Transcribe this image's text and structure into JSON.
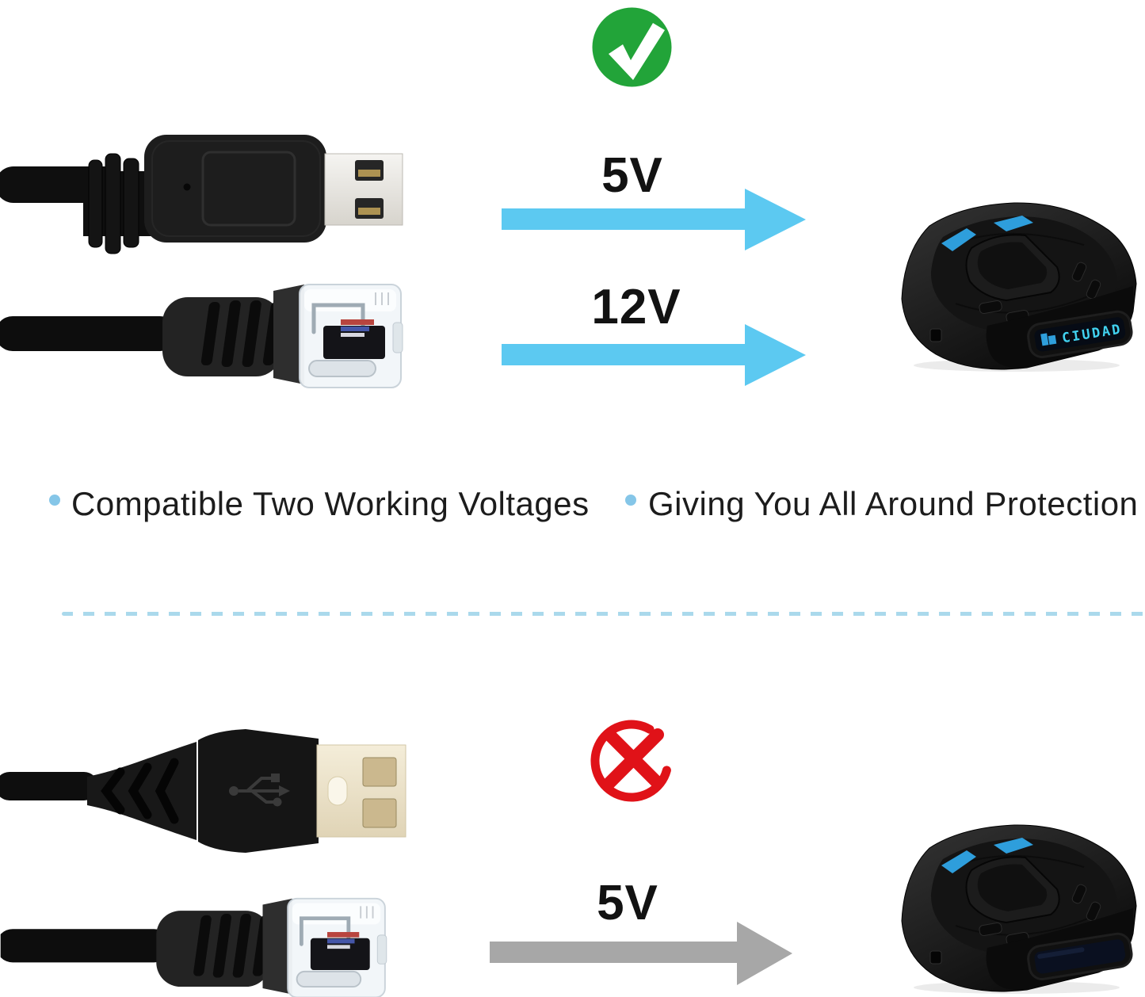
{
  "colors": {
    "check_green": "#22a439",
    "cross_red": "#e01218",
    "arrow_blue": "#5cc9f1",
    "arrow_gray": "#a7a7a7",
    "bullet_blue": "#85c6e8",
    "divider_blue": "#aad9ec",
    "display_cyan": "#41d2f0",
    "accent_blue": "#2e9edc"
  },
  "top_section": {
    "result_icon": "check-circle-icon",
    "voltage_label_1": "5V",
    "voltage_label_2": "12V",
    "detector_display_text": "CIUDAD"
  },
  "features": [
    {
      "text": "Compatible Two Working Voltages"
    },
    {
      "text": "Giving You All Around Protection"
    }
  ],
  "bottom_section": {
    "result_icon": "x-circle-icon",
    "voltage_label": "5V"
  }
}
